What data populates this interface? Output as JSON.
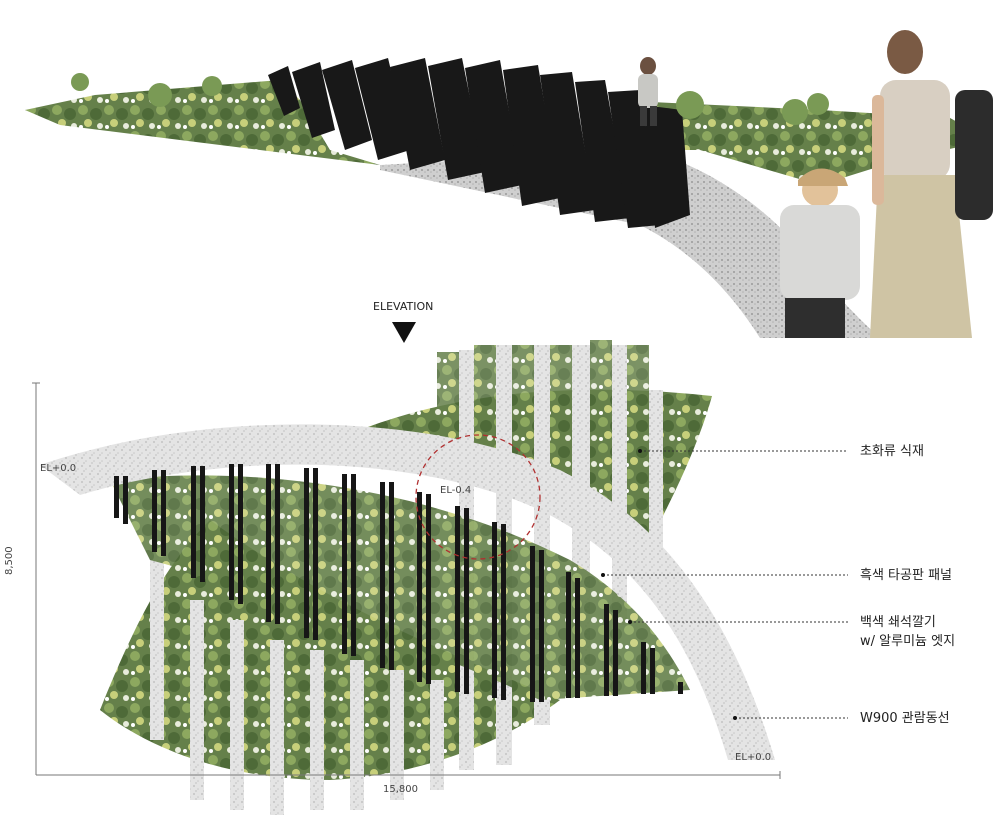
{
  "diagram": {
    "elevation_label": "ELEVATION",
    "levels": {
      "left": "EL+0.0",
      "center": "EL-0.4",
      "right": "EL+0.0"
    },
    "dimensions": {
      "height": "8,500",
      "width": "15,800"
    },
    "annotations": [
      "초화류 식재",
      "흑색 타공판 패널",
      "백색 쇄석깔기",
      "w/ 알루미늄 엣지",
      "W900 관람동선"
    ]
  },
  "colors": {
    "panel": "#1a1a1a",
    "gravel": "#e2e2e2",
    "planting": "#6f8f4f",
    "accent_circle": "#b03030"
  }
}
